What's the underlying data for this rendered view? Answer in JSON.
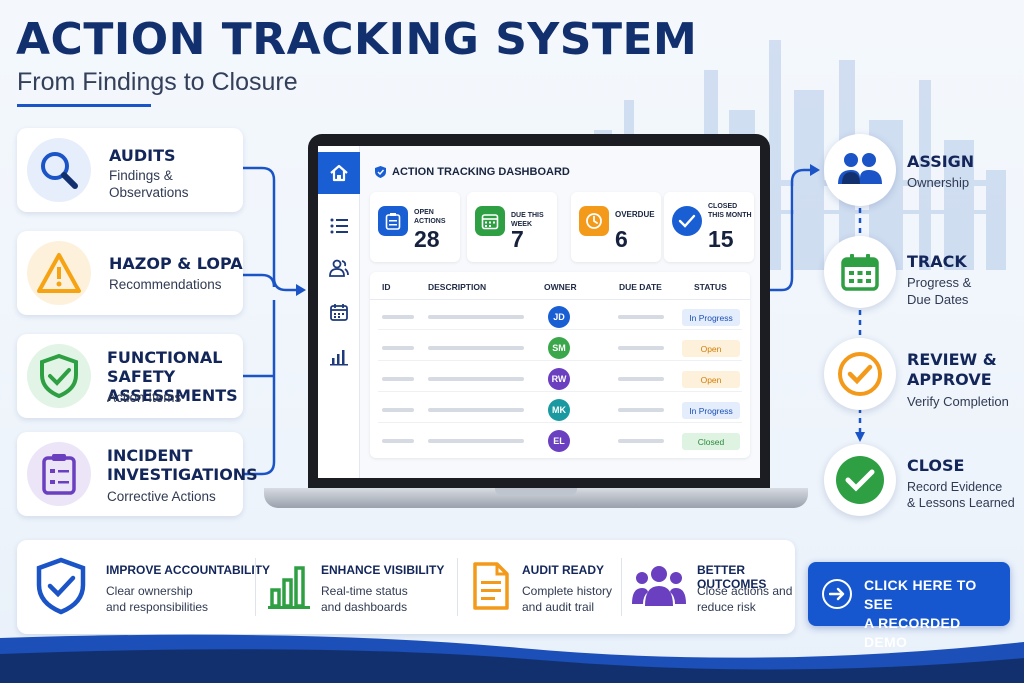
{
  "header": {
    "title": "ACTION TRACKING SYSTEM",
    "subtitle": "From Findings to Closure"
  },
  "sources": [
    {
      "title": "AUDITS",
      "sub1": "Findings &",
      "sub2": "Observations",
      "icon": "magnifier-icon",
      "color": "#1a54c6"
    },
    {
      "title": "HAZOP & LOPA",
      "sub1": "Recommendations",
      "icon": "warning-icon",
      "color": "#f5a312"
    },
    {
      "title1": "FUNCTIONAL",
      "title2": "SAFETY ASSESSMENTS",
      "sub1": "Action Items",
      "icon": "shield-check-icon",
      "color": "#2ea043"
    },
    {
      "title1": "INCIDENT",
      "title2": "INVESTIGATIONS",
      "sub1": "Corrective Actions",
      "icon": "clipboard-icon",
      "color": "#6a3fc0"
    }
  ],
  "dashboard": {
    "title": "ACTION TRACKING DASHBOARD",
    "stats": [
      {
        "label": "OPEN ACTIONS",
        "value": "28",
        "color": "#1a5ed4",
        "icon": "clipboard-icon"
      },
      {
        "label": "DUE THIS WEEK",
        "value": "7",
        "color": "#2ea043",
        "icon": "calendar-icon"
      },
      {
        "label": "OVERDUE",
        "value": "6",
        "color": "#f39a1a",
        "icon": "clock-icon"
      },
      {
        "label": "CLOSED THIS MONTH",
        "value": "15",
        "color": "#1a5ed4",
        "icon": "check-circle-icon"
      }
    ],
    "columns": [
      "ID",
      "DESCRIPTION",
      "OWNER",
      "DUE DATE",
      "STATUS"
    ],
    "rows": [
      {
        "owner": "JD",
        "owner_color": "#1a5ed4",
        "status": "In Progress",
        "status_bg": "#e4edfc",
        "status_fg": "#1a4fb5"
      },
      {
        "owner": "SM",
        "owner_color": "#3aa84a",
        "status": "Open",
        "status_bg": "#fdf1dc",
        "status_fg": "#d27d05"
      },
      {
        "owner": "RW",
        "owner_color": "#6a3fc0",
        "status": "Open",
        "status_bg": "#fdf1dc",
        "status_fg": "#d27d05"
      },
      {
        "owner": "MK",
        "owner_color": "#1a9aa0",
        "status": "In Progress",
        "status_bg": "#e4edfc",
        "status_fg": "#1a4fb5"
      },
      {
        "owner": "EL",
        "owner_color": "#6a3fc0",
        "status": "Closed",
        "status_bg": "#dff3e2",
        "status_fg": "#2a8a3b"
      }
    ]
  },
  "steps": [
    {
      "title": "ASSIGN",
      "sub1": "Ownership",
      "icon": "people-icon",
      "color": "#1a54c6"
    },
    {
      "title": "TRACK",
      "sub1": "Progress &",
      "sub2": "Due Dates",
      "icon": "calendar-icon",
      "color": "#2ea043"
    },
    {
      "title1": "REVIEW &",
      "title2": "APPROVE",
      "sub1": "Verify Completion",
      "icon": "check-circle-icon",
      "color": "#f39a1a"
    },
    {
      "title": "CLOSE",
      "sub1": "Record Evidence",
      "sub2": "& Lessons Learned",
      "icon": "check-filled-icon",
      "color": "#2ea043"
    }
  ],
  "benefits": [
    {
      "title": "IMPROVE ACCOUNTABILITY",
      "sub1": "Clear ownership",
      "sub2": "and responsibilities",
      "icon": "shield-check-icon",
      "color": "#1a54c6"
    },
    {
      "title": "ENHANCE VISIBILITY",
      "sub1": "Real-time status",
      "sub2": "and dashboards",
      "icon": "bar-chart-icon",
      "color": "#2ea043"
    },
    {
      "title": "AUDIT READY",
      "sub1": "Complete history",
      "sub2": "and audit trail",
      "icon": "document-icon",
      "color": "#f39a1a"
    },
    {
      "title": "BETTER OUTCOMES",
      "sub1": "Close actions and",
      "sub2": "reduce risk",
      "icon": "group-icon",
      "color": "#6a3fc0"
    }
  ],
  "cta": {
    "line1": "CLICK HERE TO SEE",
    "line2": "A RECORDED DEMO"
  }
}
